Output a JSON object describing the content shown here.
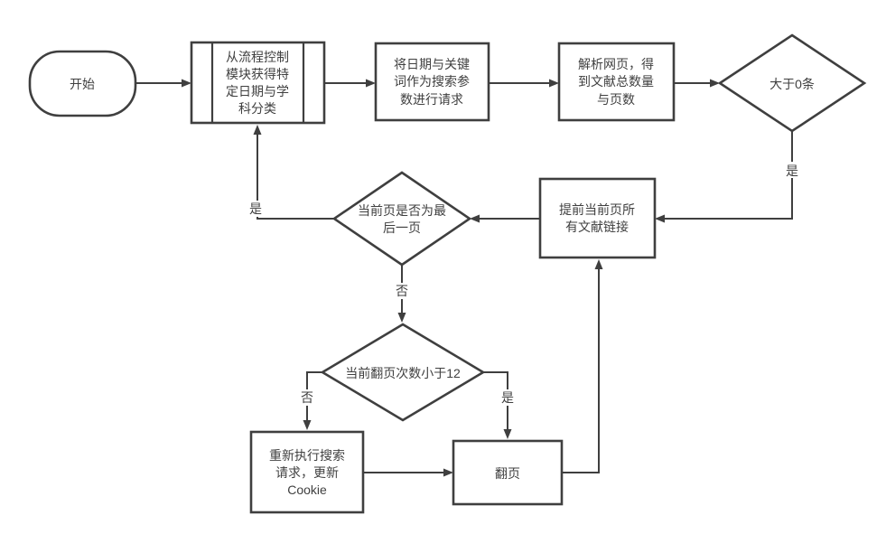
{
  "diagram": {
    "type": "flowchart",
    "background_color": "#ffffff",
    "stroke_color": "#3f3f3f",
    "text_color": "#404040",
    "nodes": {
      "start": {
        "type": "terminator",
        "label": "开始"
      },
      "get_params": {
        "type": "subprocess",
        "lines": [
          "从流程控制",
          "模块获得特",
          "定日期与学",
          "科分类"
        ]
      },
      "request": {
        "type": "process",
        "lines": [
          "将日期与关键",
          "词作为搜索参",
          "数进行请求"
        ]
      },
      "parse": {
        "type": "process",
        "lines": [
          "解析网页，得",
          "到文献总数量",
          "与页数"
        ]
      },
      "gt_zero": {
        "type": "decision",
        "label": "大于0条"
      },
      "extract": {
        "type": "process",
        "lines": [
          "提前当前页所",
          "有文献链接"
        ]
      },
      "last_page": {
        "type": "decision",
        "lines": [
          "当前页是否为最",
          "后一页"
        ]
      },
      "page_lt_12": {
        "type": "decision",
        "label": "当前翻页次数小于12"
      },
      "redo_search": {
        "type": "process",
        "lines": [
          "重新执行搜索",
          "请求，更新",
          "Cookie"
        ]
      },
      "next_page": {
        "type": "process",
        "label": "翻页"
      }
    },
    "edges": {
      "gt_zero_yes": {
        "label": "是"
      },
      "last_page_yes": {
        "label": "是"
      },
      "last_page_no": {
        "label": "否"
      },
      "page_lt_12_no": {
        "label": "否"
      },
      "page_lt_12_yes": {
        "label": "是"
      }
    }
  }
}
